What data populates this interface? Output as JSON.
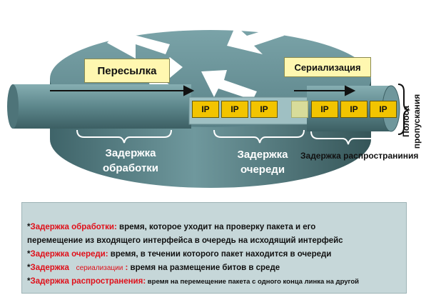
{
  "labels": {
    "forwarding": "Пересылка",
    "serialization": "Сериализация",
    "processing_delay": "Задержка обработки",
    "queueing_delay": "Задержка очереди",
    "propagation_delay": "Задержка распространиния",
    "bandwidth": "Полоса пропускания"
  },
  "packets": {
    "label": "IP",
    "queue": [
      "IP",
      "IP",
      "IP"
    ],
    "link": [
      "IP",
      "IP",
      "IP"
    ]
  },
  "legend": {
    "lines": [
      {
        "term": "Задержка обработки:",
        "text": " время, которое уходит на проверку пакета и его"
      },
      {
        "term": "",
        "text": "перемещение из входящего интерфейса в очередь на исходящий интерфейс"
      },
      {
        "term": "Задержка очереди:",
        "text": " время, в течении которого пакет находится в очереди"
      },
      {
        "term": "Задержка",
        "term2": "сериализации",
        "colon": "   :",
        "text": "   время на размещение битов в среде"
      },
      {
        "term": "Задержка распространения:",
        "text": " время на перемещение пакета с одного конца линка на другой"
      }
    ],
    "bullet": "*"
  },
  "colors": {
    "router_top": "#5e888e",
    "router_side": "#4a6f74",
    "legend_bg": "#c6d7d9",
    "label_bg": "#fff7b0",
    "packet": "#f2c400",
    "term_red": "#e0101a"
  }
}
